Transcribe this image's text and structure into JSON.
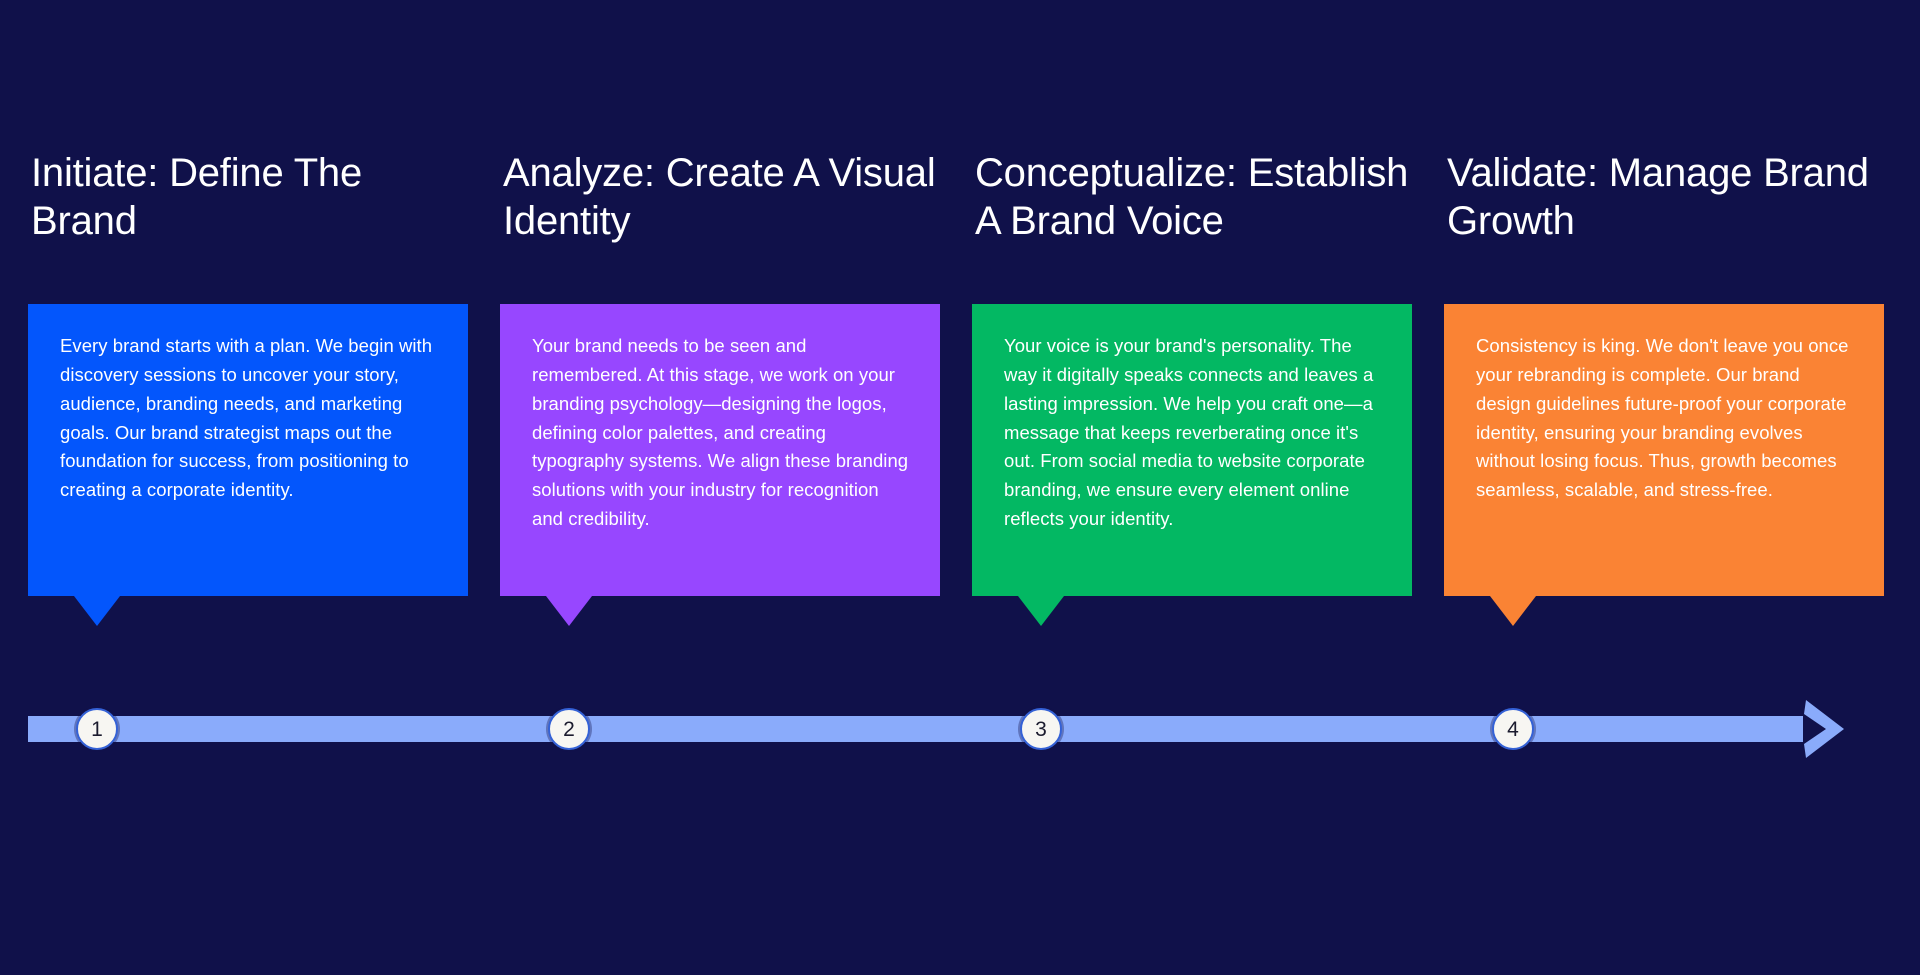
{
  "theme": {
    "background": "#10114a",
    "timeline_bar": "#8aabfb",
    "marker_fill": "#f7f6f2",
    "marker_text": "#1b1b2e",
    "heading_color": "#ffffff"
  },
  "steps": [
    {
      "number": "1",
      "heading": "Initiate: Define The Brand",
      "body": "Every brand starts with a plan. We begin with discovery sessions to uncover your story, audience, branding needs, and marketing goals. Our brand strategist maps out the foundation for success, from positioning to creating a corporate identity.",
      "color": "#0356fc"
    },
    {
      "number": "2",
      "heading": "Analyze: Create A Visual Identity",
      "body": "Your brand needs to be seen and remembered. At this stage, we work on your branding psychology—designing the logos, defining color palettes, and creating typography systems. We align these branding solutions with your industry for recognition and credibility.",
      "color": "#9747ff"
    },
    {
      "number": "3",
      "heading": "Conceptualize: Establish A Brand Voice",
      "body": "Your voice is your brand's personality. The way it digitally speaks connects and leaves a lasting impression. We help you craft one—a message that keeps reverberating once it's out. From social media to website corporate branding, we ensure every element online reflects your identity.",
      "color": "#03b863"
    },
    {
      "number": "4",
      "heading": "Validate: Manage Brand Growth",
      "body": "Consistency is king. We don't leave you once your rebranding is complete. Our brand design guidelines future-proof your corporate identity, ensuring your branding evolves without losing focus. Thus, growth becomes seamless, scalable, and stress-free.",
      "color": "#fa8334"
    }
  ],
  "timeline": {
    "marker_labels": [
      "1",
      "2",
      "3",
      "4"
    ],
    "arrow_icon": "arrow-right-icon"
  }
}
